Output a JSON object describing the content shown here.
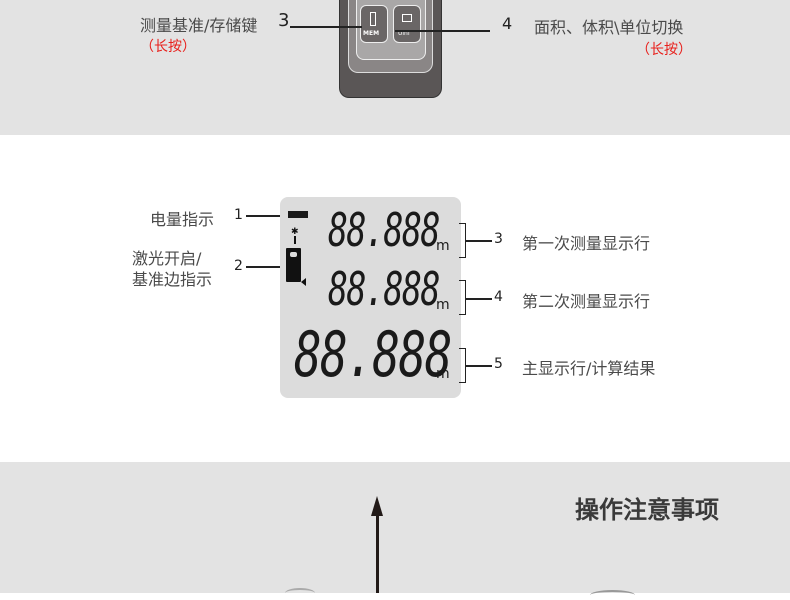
{
  "top": {
    "key3": {
      "number": "3",
      "label": "测量基准/存储键",
      "note": "（长按）",
      "button_text": "MEM"
    },
    "key4": {
      "number": "4",
      "label": "面积、体积\\单位切换",
      "note": "（长按）",
      "button_text": "Uinf"
    }
  },
  "display": {
    "left_labels": [
      {
        "number": "1",
        "label": "电量指示"
      },
      {
        "number": "2",
        "label": "激光开启/\n基准边指示"
      }
    ],
    "rows": [
      {
        "digits": "88.888",
        "unit": "m",
        "number": "3",
        "label": "第一次测量显示行"
      },
      {
        "digits": "88.888",
        "unit": "m",
        "number": "4",
        "label": "第二次测量显示行"
      },
      {
        "digits": "88.888",
        "unit": "m",
        "number": "5",
        "label": "主显示行/计算结果"
      }
    ]
  },
  "notes": {
    "title": "操作注意事项"
  }
}
